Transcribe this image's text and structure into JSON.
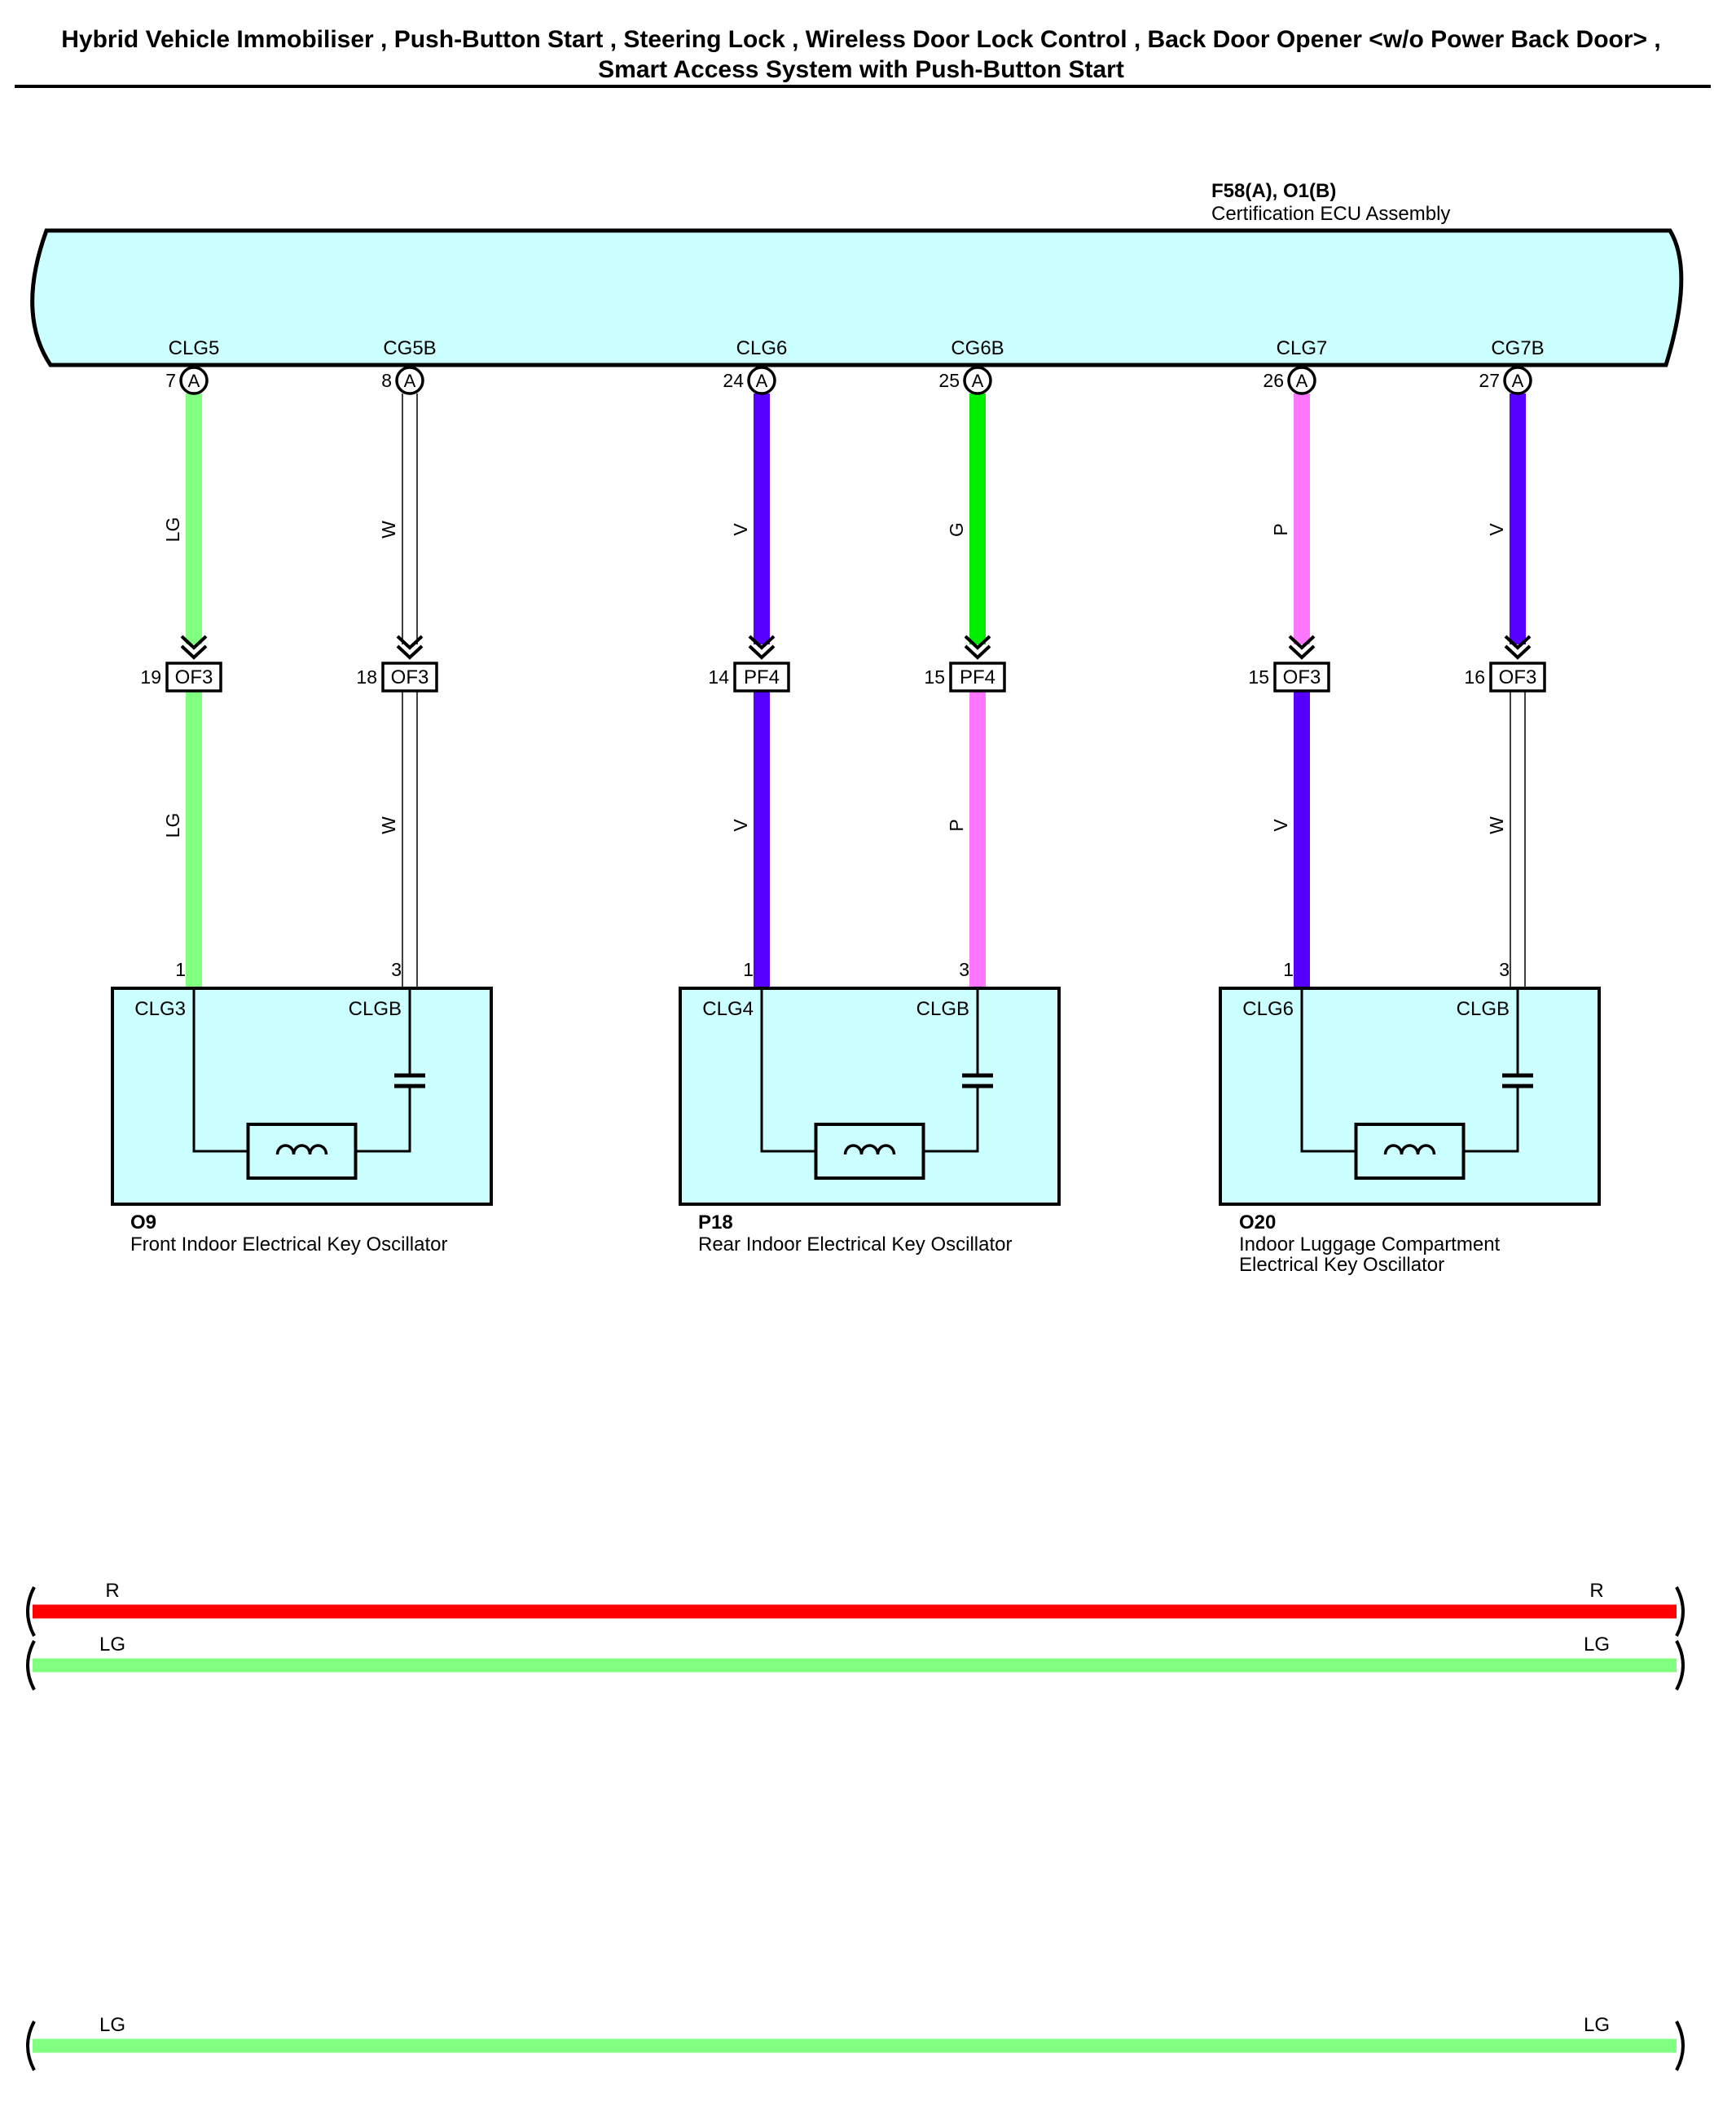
{
  "title": {
    "line1": "Hybrid Vehicle Immobiliser , Push-Button Start , Steering Lock , Wireless Door Lock Control , Back Door Opener <w/o Power Back Door> ,",
    "line2": "Smart Access System with Push-Button Start"
  },
  "ecu": {
    "code": "F58(A), O1(B)",
    "name": "Certification ECU Assembly",
    "fill": "#ccffff"
  },
  "colors": {
    "LG": "#80ff80",
    "W": "#ffffff",
    "V": "#5500ff",
    "G": "#00ee00",
    "P": "#ff77ff",
    "R": "#ff0000"
  },
  "circuits": [
    {
      "ecu_terminal": "CLG5",
      "ecu_pin": "7",
      "ecu_conn": "A",
      "wire_top": "LG",
      "junction_pin": "19",
      "junction": "OF3",
      "wire_bottom": "LG",
      "comp_pin": "1",
      "comp_terminal": "CLG3"
    },
    {
      "ecu_terminal": "CG5B",
      "ecu_pin": "8",
      "ecu_conn": "A",
      "wire_top": "W",
      "junction_pin": "18",
      "junction": "OF3",
      "wire_bottom": "W",
      "comp_pin": "3",
      "comp_terminal": "CLGB"
    },
    {
      "ecu_terminal": "CLG6",
      "ecu_pin": "24",
      "ecu_conn": "A",
      "wire_top": "V",
      "junction_pin": "14",
      "junction": "PF4",
      "wire_bottom": "V",
      "comp_pin": "1",
      "comp_terminal": "CLG4"
    },
    {
      "ecu_terminal": "CG6B",
      "ecu_pin": "25",
      "ecu_conn": "A",
      "wire_top": "G",
      "junction_pin": "15",
      "junction": "PF4",
      "wire_bottom": "P",
      "comp_pin": "3",
      "comp_terminal": "CLGB"
    },
    {
      "ecu_terminal": "CLG7",
      "ecu_pin": "26",
      "ecu_conn": "A",
      "wire_top": "P",
      "junction_pin": "15",
      "junction": "OF3",
      "wire_bottom": "V",
      "comp_pin": "1",
      "comp_terminal": "CLG6"
    },
    {
      "ecu_terminal": "CG7B",
      "ecu_pin": "27",
      "ecu_conn": "A",
      "wire_top": "V",
      "junction_pin": "16",
      "junction": "OF3",
      "wire_bottom": "W",
      "comp_pin": "3",
      "comp_terminal": "CLGB"
    }
  ],
  "components": [
    {
      "code": "O9",
      "name": "Front Indoor Electrical Key Oscillator",
      "name2": ""
    },
    {
      "code": "P18",
      "name": "Rear Indoor Electrical Key Oscillator",
      "name2": ""
    },
    {
      "code": "O20",
      "name": "Indoor Luggage Compartment",
      "name2": "Electrical Key Oscillator"
    }
  ],
  "buses": [
    {
      "color": "R",
      "left_label": "R",
      "right_label": "R"
    },
    {
      "color": "LG",
      "left_label": "LG",
      "right_label": "LG"
    },
    {
      "color": "LG",
      "left_label": "LG",
      "right_label": "LG"
    }
  ]
}
